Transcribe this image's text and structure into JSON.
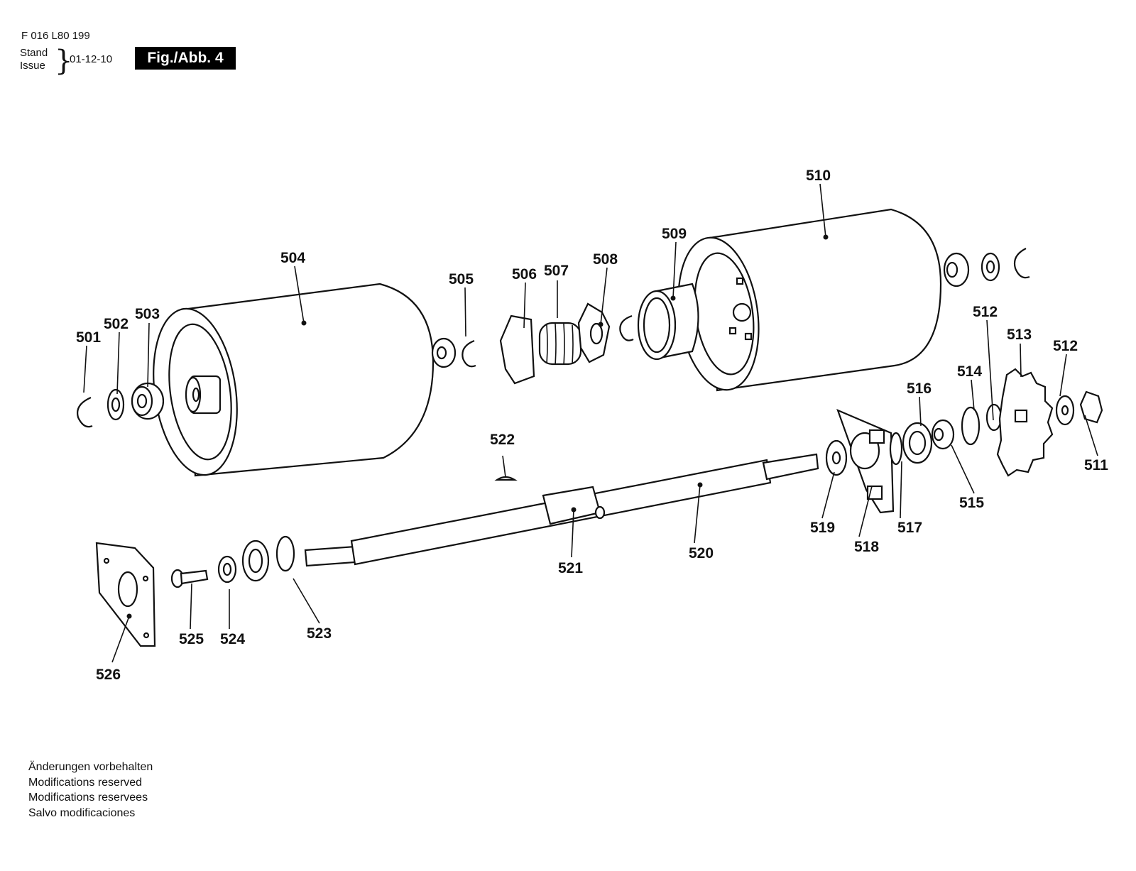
{
  "header": {
    "doc_number": "F 016 L80 199",
    "stand_label": "Stand",
    "issue_label": "Issue",
    "date": "01-12-10",
    "figure_label": "Fig./Abb. 4"
  },
  "parts": [
    {
      "id": "501"
    },
    {
      "id": "502"
    },
    {
      "id": "503"
    },
    {
      "id": "504"
    },
    {
      "id": "505"
    },
    {
      "id": "506"
    },
    {
      "id": "507"
    },
    {
      "id": "508"
    },
    {
      "id": "509"
    },
    {
      "id": "510"
    },
    {
      "id": "511"
    },
    {
      "id": "512a",
      "label": "512"
    },
    {
      "id": "512b",
      "label": "512"
    },
    {
      "id": "513"
    },
    {
      "id": "514"
    },
    {
      "id": "515"
    },
    {
      "id": "516"
    },
    {
      "id": "517"
    },
    {
      "id": "518"
    },
    {
      "id": "519"
    },
    {
      "id": "520"
    },
    {
      "id": "521"
    },
    {
      "id": "522"
    },
    {
      "id": "523"
    },
    {
      "id": "524"
    },
    {
      "id": "525"
    },
    {
      "id": "526"
    }
  ],
  "footer_notes": [
    "Änderungen vorbehalten",
    "Modifications reserved",
    "Modifications reservees",
    "Salvo modificaciones"
  ]
}
